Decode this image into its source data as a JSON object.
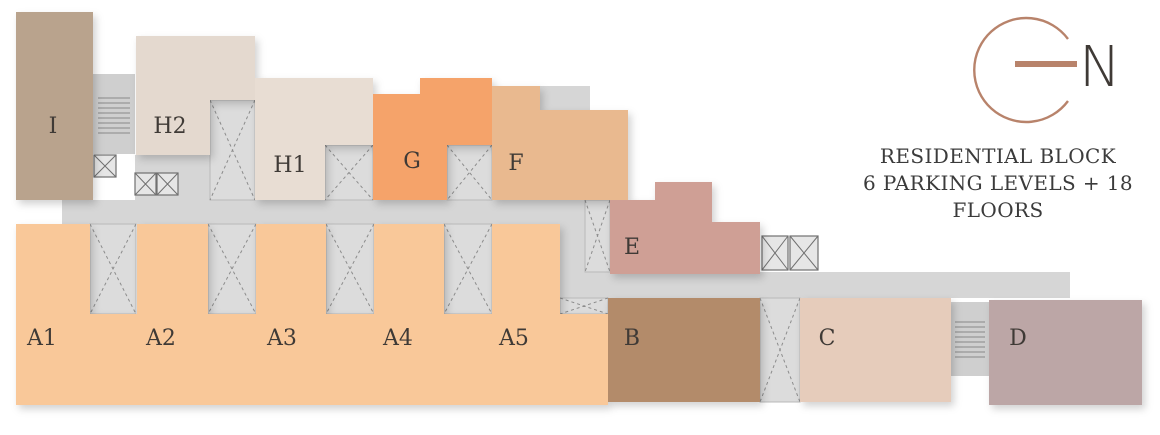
{
  "logo": {
    "letter_n": "N",
    "color": "#b8836b"
  },
  "caption": {
    "line1": "RESIDENTIAL BLOCK",
    "line2": "6 PARKING LEVELS + 18",
    "line3": "FLOORS"
  },
  "blocks": [
    {
      "id": "I",
      "label": "I",
      "color": "#b9a38d"
    },
    {
      "id": "H2",
      "label": "H2",
      "color": "#e4d9cf"
    },
    {
      "id": "H1",
      "label": "H1",
      "color": "#e8ddd3"
    },
    {
      "id": "G",
      "label": "G",
      "color": "#f5a36a"
    },
    {
      "id": "F",
      "label": "F",
      "color": "#e9b98f"
    },
    {
      "id": "E",
      "label": "E",
      "color": "#cf9f95"
    },
    {
      "id": "A1",
      "label": "A1",
      "color": "#f9c899"
    },
    {
      "id": "A2",
      "label": "A2",
      "color": "#f9c899"
    },
    {
      "id": "A3",
      "label": "A3",
      "color": "#f9c899"
    },
    {
      "id": "A4",
      "label": "A4",
      "color": "#f9c899"
    },
    {
      "id": "A5",
      "label": "A5",
      "color": "#f9c899"
    },
    {
      "id": "B",
      "label": "B",
      "color": "#b38b6a"
    },
    {
      "id": "C",
      "label": "C",
      "color": "#e6ccbb"
    },
    {
      "id": "D",
      "label": "D",
      "color": "#bca6a6"
    }
  ]
}
